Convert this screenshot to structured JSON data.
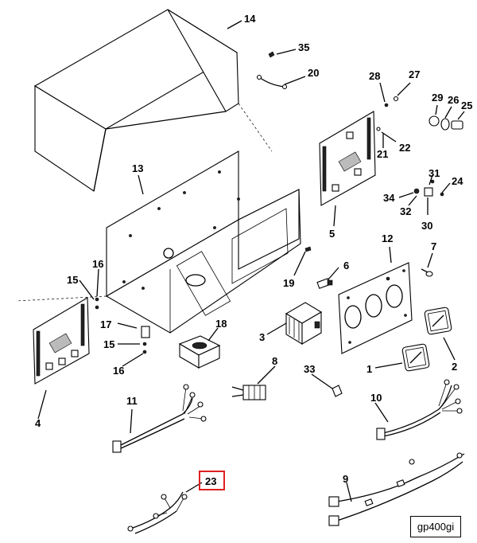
{
  "diagram_code": "gp400gi",
  "highlight": {
    "label": "23",
    "color": "#e02020"
  },
  "callouts": [
    {
      "id": "14",
      "text": "14"
    },
    {
      "id": "35",
      "text": "35"
    },
    {
      "id": "20",
      "text": "20"
    },
    {
      "id": "28",
      "text": "28"
    },
    {
      "id": "27",
      "text": "27"
    },
    {
      "id": "29",
      "text": "29"
    },
    {
      "id": "26",
      "text": "26"
    },
    {
      "id": "25",
      "text": "25"
    },
    {
      "id": "21",
      "text": "21"
    },
    {
      "id": "22",
      "text": "22"
    },
    {
      "id": "13",
      "text": "13"
    },
    {
      "id": "31",
      "text": "31"
    },
    {
      "id": "34",
      "text": "34"
    },
    {
      "id": "24",
      "text": "24"
    },
    {
      "id": "32",
      "text": "32"
    },
    {
      "id": "30",
      "text": "30"
    },
    {
      "id": "5",
      "text": "5"
    },
    {
      "id": "12",
      "text": "12"
    },
    {
      "id": "7",
      "text": "7"
    },
    {
      "id": "16a",
      "text": "16"
    },
    {
      "id": "15a",
      "text": "15"
    },
    {
      "id": "6",
      "text": "6"
    },
    {
      "id": "19",
      "text": "19"
    },
    {
      "id": "17",
      "text": "17"
    },
    {
      "id": "18",
      "text": "18"
    },
    {
      "id": "3",
      "text": "3"
    },
    {
      "id": "15b",
      "text": "15"
    },
    {
      "id": "16b",
      "text": "16"
    },
    {
      "id": "1",
      "text": "1"
    },
    {
      "id": "2",
      "text": "2"
    },
    {
      "id": "8",
      "text": "8"
    },
    {
      "id": "33",
      "text": "33"
    },
    {
      "id": "4",
      "text": "4"
    },
    {
      "id": "11",
      "text": "11"
    },
    {
      "id": "10",
      "text": "10"
    },
    {
      "id": "23",
      "text": "23"
    },
    {
      "id": "9",
      "text": "9"
    }
  ]
}
